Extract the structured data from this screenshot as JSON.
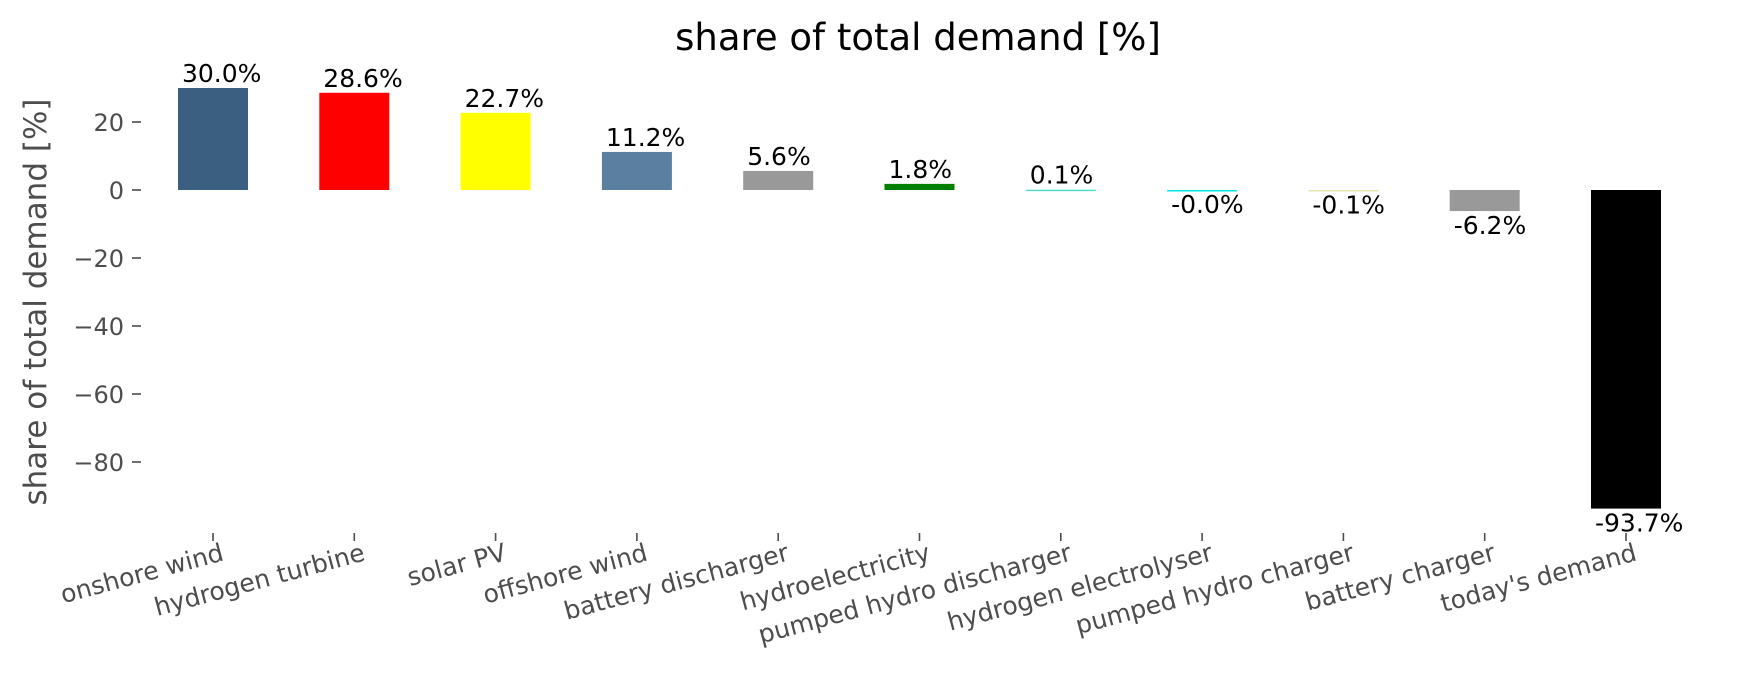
{
  "chart_data": {
    "type": "bar",
    "title": "share of total demand [%]",
    "xlabel": "",
    "ylabel": "share of total demand [%]",
    "ylim": [
      -101,
      33
    ],
    "yticks": [
      20,
      0,
      -20,
      -40,
      -60,
      -80
    ],
    "ytick_labels": [
      "20",
      "0",
      "−20",
      "−40",
      "−60",
      "−80"
    ],
    "grid": false,
    "categories": [
      "onshore wind",
      "hydrogen turbine",
      "solar PV",
      "offshore wind",
      "battery discharger",
      "hydroelectricity",
      "pumped hydro discharger",
      "hydrogen electrolyser",
      "pumped hydro charger",
      "battery charger",
      "today's demand"
    ],
    "values": [
      30.0,
      28.6,
      22.7,
      11.2,
      5.6,
      1.8,
      0.1,
      -0.02,
      -0.1,
      -6.2,
      -93.7
    ],
    "value_labels": [
      "30.0%",
      "28.6%",
      "22.7%",
      "11.2%",
      "5.6%",
      "1.8%",
      "0.1%",
      "-0.0%",
      "-0.1%",
      "-6.2%",
      "-93.7%"
    ],
    "colors": [
      "#3b5f80",
      "#ff0000",
      "#ffff00",
      "#5b7fa0",
      "#999999",
      "#008000",
      "#51dbcc",
      "#00e5e5",
      "#e6e6b3",
      "#999999",
      "#000000"
    ]
  }
}
